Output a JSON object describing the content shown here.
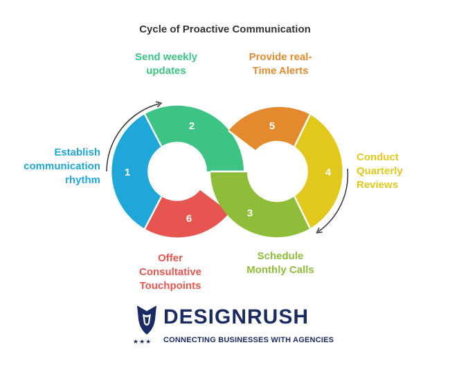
{
  "title": "Cycle of Proactive Communication",
  "steps": [
    {
      "number": "1",
      "lines": [
        "Establish",
        "communication",
        "rhythm"
      ],
      "color": "#1fa7d9"
    },
    {
      "number": "2",
      "lines": [
        "Send weekly",
        "updates"
      ],
      "color": "#3dc383"
    },
    {
      "number": "3",
      "lines": [
        "Schedule",
        "Monthly Calls"
      ],
      "color": "#8fbd3a"
    },
    {
      "number": "4",
      "lines": [
        "Conduct",
        "Quarterly",
        "Reviews"
      ],
      "color": "#e2c81c"
    },
    {
      "number": "5",
      "lines": [
        "Provide real-",
        "Time Alerts"
      ],
      "color": "#e48a2e"
    },
    {
      "number": "6",
      "lines": [
        "Offer",
        "Consultative",
        "Touchpoints"
      ],
      "color": "#e65550"
    }
  ],
  "brand": {
    "name": "DESIGNRUSH",
    "tagline": "CONNECTING BUSINESSES WITH AGENCIES",
    "stars": "★★★"
  }
}
